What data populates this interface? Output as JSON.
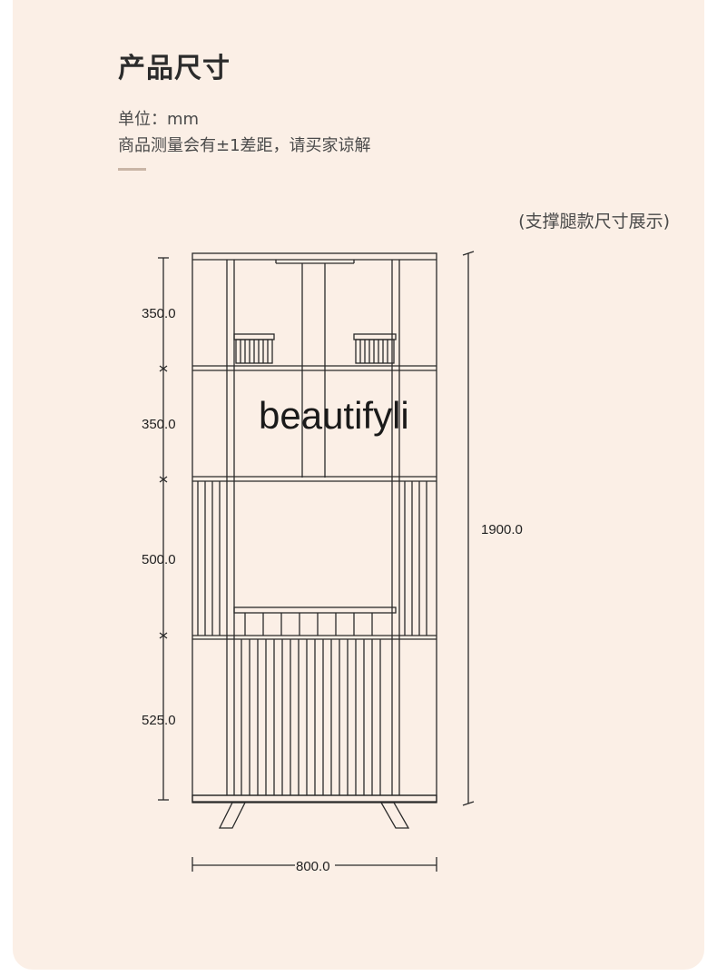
{
  "header": {
    "title": "产品尺寸",
    "unit_line": "单位：mm",
    "tolerance_line": "商品测量会有±1差距，请买家谅解",
    "subtitle": "(支撑腿款尺寸展示)"
  },
  "drawing": {
    "watermark": "beautifyli",
    "dimensions": {
      "section_1": "350.0",
      "section_2": "350.0",
      "section_3": "500.0",
      "section_4": "525.0",
      "total_height": "1900.0",
      "total_width": "800.0"
    }
  },
  "colors": {
    "background": "#fbefe6",
    "line": "#2a2a2a"
  }
}
